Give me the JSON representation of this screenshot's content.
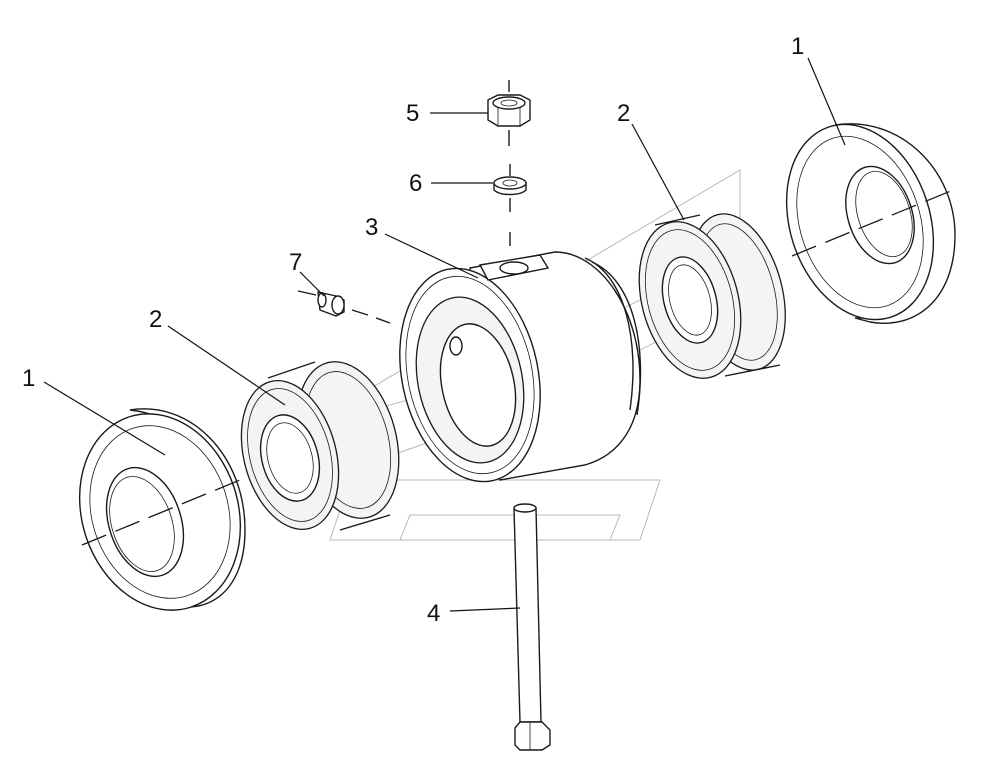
{
  "callouts": [
    {
      "id": "end-cover-right",
      "label": "1"
    },
    {
      "id": "end-cover-left",
      "label": "1"
    },
    {
      "id": "gear-right",
      "label": "2"
    },
    {
      "id": "gear-left",
      "label": "2"
    },
    {
      "id": "housing",
      "label": "3"
    },
    {
      "id": "bolt",
      "label": "4"
    },
    {
      "id": "nut",
      "label": "5"
    },
    {
      "id": "washer",
      "label": "6"
    },
    {
      "id": "grease-fitting",
      "label": "7"
    }
  ]
}
